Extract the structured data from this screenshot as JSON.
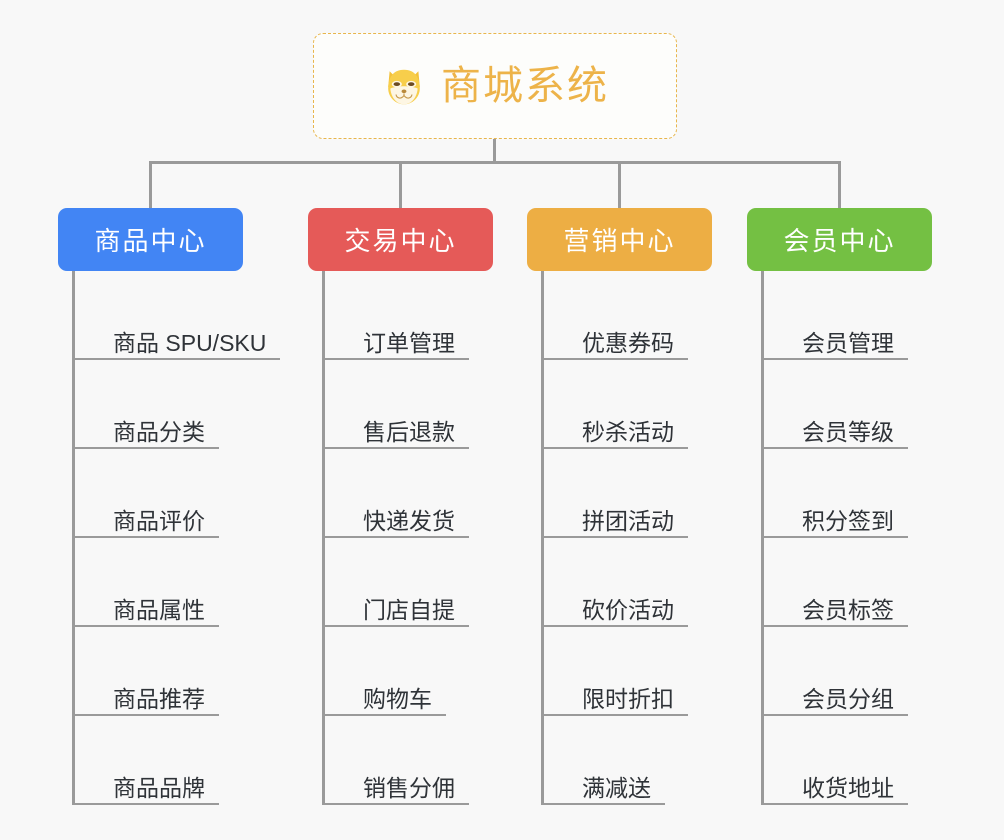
{
  "page": {
    "background_color": "#f8f8f8",
    "line_color": "#9a9a9a",
    "leaf_text_color": "#2f3338"
  },
  "root": {
    "label": "商城系统",
    "icon": "shiba-dog-face-emoji",
    "text_color": "#edb349",
    "border_color": "#e8b64c",
    "background_color": "#fdfdfb"
  },
  "branches": [
    {
      "label": "商品中心",
      "color": "#4285f4",
      "items": [
        {
          "label": "商品 SPU/SKU"
        },
        {
          "label": "商品分类"
        },
        {
          "label": "商品评价"
        },
        {
          "label": "商品属性"
        },
        {
          "label": "商品推荐"
        },
        {
          "label": "商品品牌"
        }
      ]
    },
    {
      "label": "交易中心",
      "color": "#e55a58",
      "items": [
        {
          "label": "订单管理"
        },
        {
          "label": "售后退款"
        },
        {
          "label": "快递发货"
        },
        {
          "label": "门店自提"
        },
        {
          "label": "购物车"
        },
        {
          "label": "销售分佣"
        }
      ]
    },
    {
      "label": "营销中心",
      "color": "#edae44",
      "items": [
        {
          "label": "优惠券码"
        },
        {
          "label": "秒杀活动"
        },
        {
          "label": "拼团活动"
        },
        {
          "label": "砍价活动"
        },
        {
          "label": "限时折扣"
        },
        {
          "label": "满减送"
        }
      ]
    },
    {
      "label": "会员中心",
      "color": "#74c043",
      "items": [
        {
          "label": "会员管理"
        },
        {
          "label": "会员等级"
        },
        {
          "label": "积分签到"
        },
        {
          "label": "会员标签"
        },
        {
          "label": "会员分组"
        },
        {
          "label": "收货地址"
        }
      ]
    }
  ]
}
